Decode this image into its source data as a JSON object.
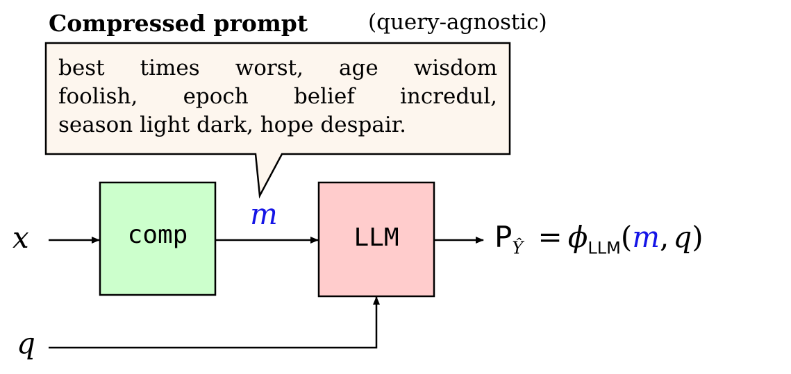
{
  "title": {
    "bold": "Compressed prompt",
    "normal": "(query-agnostic)"
  },
  "bubble": {
    "lines": [
      "best times worst, age wisdom",
      "foolish, epoch belief incredul,",
      "season light dark, hope despair."
    ]
  },
  "boxes": {
    "comp": {
      "label": "comp",
      "fill": "#ccffcc"
    },
    "llm": {
      "label": "LLM",
      "fill": "#ffcccc"
    }
  },
  "bubble_fill": "#fdf6ee",
  "symbols": {
    "x": "x",
    "q": "q",
    "m": "m"
  },
  "output": {
    "P": "P",
    "Y_hat": "Ŷ",
    "equals": "=",
    "phi": "ϕ",
    "phi_sub": "LLM",
    "open_paren": "(",
    "m": "m",
    "comma": ",",
    "q": "q",
    "close_paren": ")"
  },
  "colors": {
    "accent_m": "#1515e6"
  }
}
